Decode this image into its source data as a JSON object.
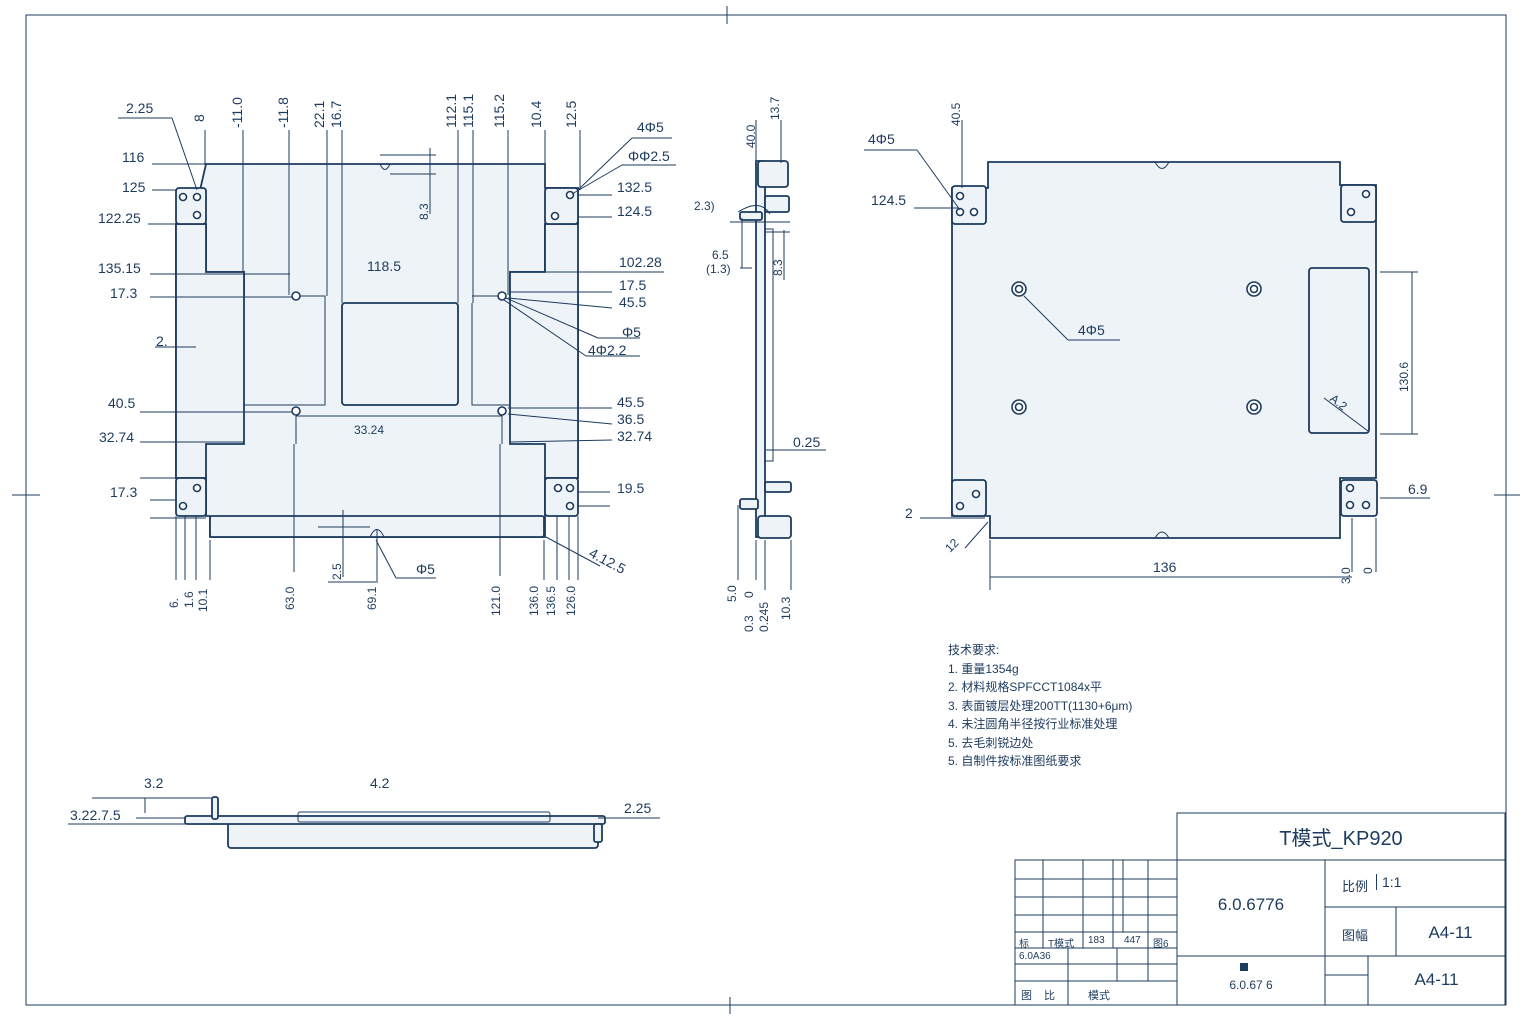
{
  "front_view": {
    "top_dims": [
      "8",
      "-11.0",
      "-11.8",
      "22.1",
      "16.7",
      "112.1",
      "115.1",
      "115.2",
      "10.4",
      "12.5"
    ],
    "left_dims": [
      "2.25",
      "116",
      "125",
      "122.25",
      "135.15",
      "17.3",
      "2.",
      "40.5",
      "32.74",
      "17.3"
    ],
    "right_dims": [
      "4Φ5",
      "ΦΦ2.5",
      "132.5",
      "124.5",
      "102.28",
      "17.5",
      "45.5",
      "Φ5",
      "4Φ2.2",
      "45.5",
      "36.5",
      "32.74",
      "19.5",
      "4.12.5"
    ],
    "center_dims": [
      "118.5",
      "33.24",
      "8.3",
      "2.5",
      "Φ5"
    ],
    "bottom_dims": [
      "6.",
      "1.6",
      "10.1",
      "63.0",
      "69.1",
      "121.0",
      "136.0",
      "136.5",
      "126.0"
    ]
  },
  "side_view": {
    "dims": [
      "40.0",
      "13.7",
      "2.3)",
      "6.5",
      "(1.3)",
      "8.3",
      "0.25",
      "5.0",
      "0",
      "0.3",
      "0.245",
      "10.3"
    ]
  },
  "back_view": {
    "dims": [
      "40.5",
      "4Φ5",
      "124.5",
      "4Φ5",
      "130.6",
      "A.2",
      "6.9",
      "2",
      "12",
      "136",
      "3.0",
      "0"
    ]
  },
  "bottom_view": {
    "dims": [
      "3.2",
      "4.2",
      "3.22.7.5",
      "2.25"
    ]
  },
  "notes": {
    "title": "技术要求:",
    "items": [
      "1. 重量1354g",
      "2. 材料规格SPFCCT1084x平",
      "3. 表面镀层处理200TT(1130+6μm)",
      "4. 未注圆角半径按行业标准处理",
      "5. 去毛刺锐边处",
      "5. 自制件按标准图纸要求"
    ]
  },
  "title_block": {
    "drawing_name": "T模式_KP920",
    "drawing_number": "6.0.6776",
    "scale_label": "比例",
    "scale_value": "1:1",
    "sheet_label": "图幅",
    "sheet_value": "A4-11",
    "sheet_value_2": "A4-11",
    "code_small": "6.0.67 6",
    "rev_row": [
      "标",
      "T模式",
      "183",
      "447",
      "图6"
    ],
    "rev_code": "6.0A36",
    "bottom_left": [
      "图",
      "比",
      "模式"
    ]
  }
}
